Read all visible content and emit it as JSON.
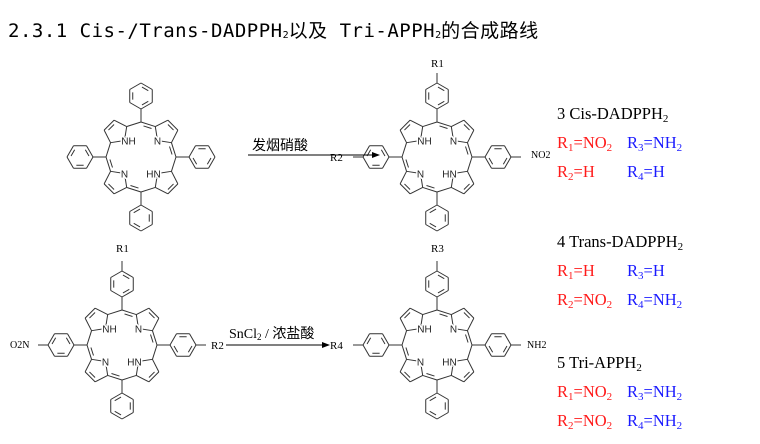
{
  "title": {
    "prefix": "2.3.1  Cis-/Trans-DADPPH",
    "sub1": "2",
    "middle": "以及 Tri-APPH",
    "sub2": "2",
    "suffix": "的合成路线"
  },
  "reactions": [
    {
      "reagent": "发烟硝酸"
    },
    {
      "reagent_main": "SnCl",
      "reagent_sub": "2",
      "reagent_rest": "/ 浓盐酸"
    }
  ],
  "atoms": {
    "nh": "NH",
    "n": "N",
    "hn": "HN"
  },
  "substituents": {
    "b_top": "R1",
    "b_left": "R2",
    "b_right": "NO2",
    "c_top": "R1",
    "c_left": "O2N",
    "c_right": "R2",
    "d_top": "R3",
    "d_left": "R4",
    "d_right": "NH2"
  },
  "compounds": [
    {
      "name": "3 Cis-DADPPH",
      "name_sub": "2",
      "r": [
        {
          "sym": "R",
          "idx": "1",
          "val": "=NO",
          "val_sub": "2"
        },
        {
          "sym": "R",
          "idx": "3",
          "val": "=NH",
          "val_sub": "2"
        },
        {
          "sym": "R",
          "idx": "2",
          "val": "=H",
          "val_sub": ""
        },
        {
          "sym": "R",
          "idx": "4",
          "val": "=H",
          "val_sub": ""
        }
      ]
    },
    {
      "name": "4 Trans-DADPPH",
      "name_sub": "2",
      "r": [
        {
          "sym": "R",
          "idx": "1",
          "val": "=H",
          "val_sub": ""
        },
        {
          "sym": "R",
          "idx": "3",
          "val": "=H",
          "val_sub": ""
        },
        {
          "sym": "R",
          "idx": "2",
          "val": "=NO",
          "val_sub": "2"
        },
        {
          "sym": "R",
          "idx": "4",
          "val": "=NH",
          "val_sub": "2"
        }
      ]
    },
    {
      "name": "5 Tri-APPH",
      "name_sub": "2",
      "r": [
        {
          "sym": "R",
          "idx": "1",
          "val": "=NO",
          "val_sub": "2"
        },
        {
          "sym": "R",
          "idx": "3",
          "val": "=NH",
          "val_sub": "2"
        },
        {
          "sym": "R",
          "idx": "2",
          "val": "=NO",
          "val_sub": "2"
        },
        {
          "sym": "R",
          "idx": "4",
          "val": "=NH",
          "val_sub": "2"
        }
      ]
    }
  ],
  "colors": {
    "r_left": "#ff1a1a",
    "r_right": "#1a1aff",
    "bond": "#333333"
  }
}
